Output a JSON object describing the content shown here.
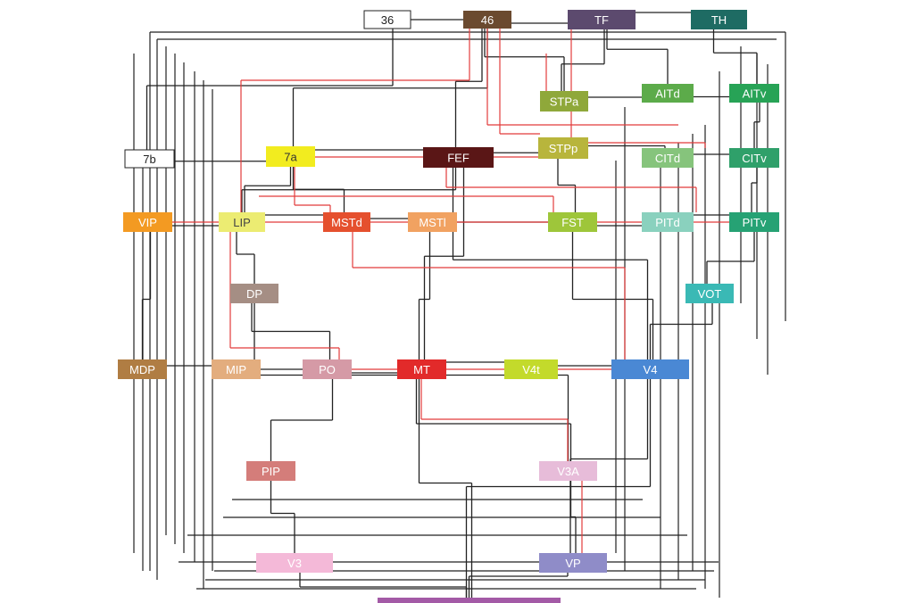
{
  "colors": {
    "edge": "#222222",
    "highlight_edge": "#e23b3b",
    "background": "#ffffff"
  },
  "areas": [
    {
      "id": "a36",
      "label": "36",
      "fill": "#ffffff",
      "text": "#222222",
      "border": "#222222"
    },
    {
      "id": "a46",
      "label": "46",
      "fill": "#6b4a2f",
      "text": "#ffffff"
    },
    {
      "id": "TF",
      "label": "TF",
      "fill": "#5c4a6e",
      "text": "#ffffff"
    },
    {
      "id": "TH",
      "label": "TH",
      "fill": "#1e6b63",
      "text": "#ffffff"
    },
    {
      "id": "STPa",
      "label": "STPa",
      "fill": "#8fa83a",
      "text": "#ffffff"
    },
    {
      "id": "AITd",
      "label": "AITd",
      "fill": "#5cab4a",
      "text": "#ffffff"
    },
    {
      "id": "AITv",
      "label": "AITv",
      "fill": "#27a356",
      "text": "#ffffff"
    },
    {
      "id": "b7",
      "label": "7b",
      "fill": "#ffffff",
      "text": "#222222",
      "border": "#222222"
    },
    {
      "id": "a7a",
      "label": "7a",
      "fill": "#f2ec1f",
      "text": "#333333"
    },
    {
      "id": "FEF",
      "label": "FEF",
      "fill": "#5a1616",
      "text": "#ffffff"
    },
    {
      "id": "STPp",
      "label": "STPp",
      "fill": "#b8b53c",
      "text": "#ffffff"
    },
    {
      "id": "CITd",
      "label": "CITd",
      "fill": "#86c47c",
      "text": "#ffffff"
    },
    {
      "id": "CITv",
      "label": "CITv",
      "fill": "#2fa06a",
      "text": "#ffffff"
    },
    {
      "id": "VIP",
      "label": "VIP",
      "fill": "#f39a22",
      "text": "#ffffff"
    },
    {
      "id": "LIP",
      "label": "LIP",
      "fill": "#ecec72",
      "text": "#444444"
    },
    {
      "id": "MSTd",
      "label": "MSTd",
      "fill": "#e5502e",
      "text": "#ffffff"
    },
    {
      "id": "MSTl",
      "label": "MSTl",
      "fill": "#f1a261",
      "text": "#ffffff"
    },
    {
      "id": "FST",
      "label": "FST",
      "fill": "#9ec63a",
      "text": "#ffffff"
    },
    {
      "id": "PITd",
      "label": "PITd",
      "fill": "#8ad1be",
      "text": "#ffffff"
    },
    {
      "id": "PITv",
      "label": "PITv",
      "fill": "#26a274",
      "text": "#ffffff"
    },
    {
      "id": "DP",
      "label": "DP",
      "fill": "#a58e84",
      "text": "#ffffff"
    },
    {
      "id": "VOT",
      "label": "VOT",
      "fill": "#3ab9b5",
      "text": "#ffffff"
    },
    {
      "id": "MDP",
      "label": "MDP",
      "fill": "#b07d43",
      "text": "#ffffff"
    },
    {
      "id": "MIP",
      "label": "MIP",
      "fill": "#e3ad7e",
      "text": "#ffffff"
    },
    {
      "id": "PO",
      "label": "PO",
      "fill": "#d59aa6",
      "text": "#ffffff"
    },
    {
      "id": "MT",
      "label": "MT",
      "fill": "#e22a2a",
      "text": "#ffffff"
    },
    {
      "id": "V4t",
      "label": "V4t",
      "fill": "#c3da2b",
      "text": "#ffffff"
    },
    {
      "id": "V4",
      "label": "V4",
      "fill": "#4a88d4",
      "text": "#ffffff"
    },
    {
      "id": "PIP",
      "label": "PIP",
      "fill": "#d47d7a",
      "text": "#ffffff"
    },
    {
      "id": "V3A",
      "label": "V3A",
      "fill": "#e7bcd9",
      "text": "#ffffff"
    },
    {
      "id": "V3",
      "label": "V3",
      "fill": "#f4b9d8",
      "text": "#ffffff"
    },
    {
      "id": "VP",
      "label": "VP",
      "fill": "#8f8cc8",
      "text": "#ffffff"
    },
    {
      "id": "V2",
      "label": "",
      "fill": "#a35aa6",
      "text": "#ffffff"
    }
  ]
}
